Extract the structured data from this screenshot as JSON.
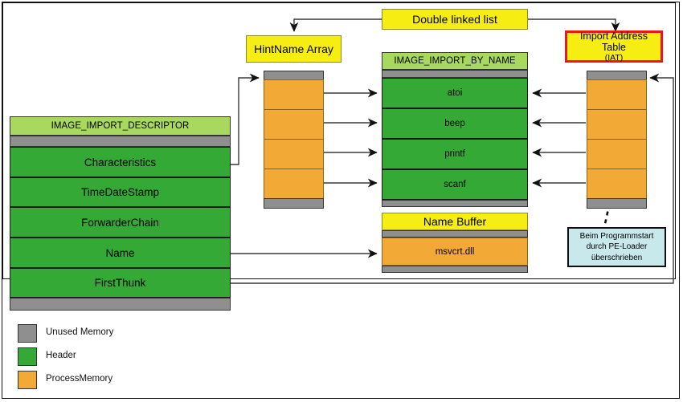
{
  "diagram": {
    "title_boxes": {
      "double_linked_list": "Double linked list",
      "hintname_array": "HintName Array",
      "iat": "Import Address Table",
      "iat_sub": "(IAT)",
      "name_buffer": "Name Buffer"
    },
    "descriptor": {
      "header": "IMAGE_IMPORT_DESCRIPTOR",
      "fields": [
        "Characteristics",
        "TimeDateStamp",
        "ForwarderChain",
        "Name",
        "FirstThunk"
      ]
    },
    "import_by_name": {
      "header": "IMAGE_IMPORT_BY_NAME",
      "entries": [
        "atoi",
        "beep",
        "printf",
        "scanf"
      ]
    },
    "name_buffer": {
      "value": "msvcrt.dll"
    },
    "note": {
      "line1": "Beim Programmstart",
      "line2": "durch PE-Loader",
      "line3": "überschrieben"
    },
    "legend": {
      "items": [
        {
          "label": "Unused Memory",
          "color": "#8f8f8f"
        },
        {
          "label": "Header",
          "color": "#35a935"
        },
        {
          "label": "ProcessMemory",
          "color": "#f2a935"
        }
      ]
    },
    "colors": {
      "unused_memory": "#8f8f8f",
      "header_green": "#35a935",
      "process_memory": "#f2a935",
      "label_yellow": "#f6ee12",
      "struct_header_green": "#a8d860",
      "note_blue": "#c8e8ec",
      "highlight_red": "#f01414"
    }
  }
}
